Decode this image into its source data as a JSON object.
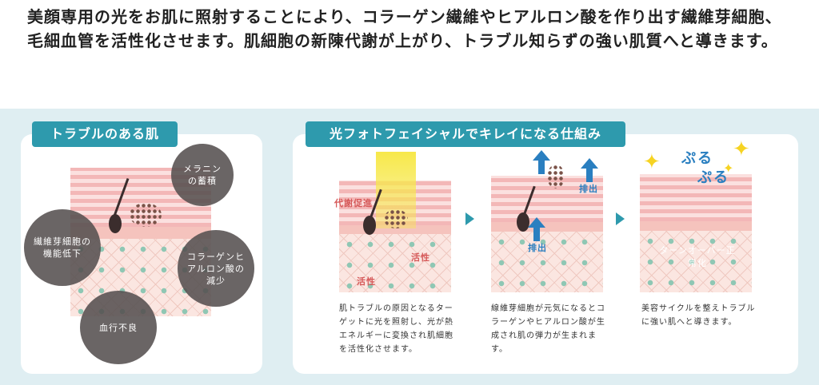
{
  "intro": {
    "text": "美顔専用の光をお肌に照射することにより、コラーゲン繊維やヒアルロン酸を作り出す繊維芽細胞、毛細血管を活性化させます。肌細胞の新陳代謝が上がり、トラブル知らずの強い肌質へと導きます。"
  },
  "left_panel": {
    "tag": "トラブルのある肌",
    "bubbles": {
      "melanin": "メラニンの蓄積",
      "fibroblast": "繊維芽細胞の機能低下",
      "collagen": "コラーゲンヒアルロン酸の減少",
      "blood": "血行不良"
    }
  },
  "right_panel": {
    "tag": "光フォトフェイシャルでキレイになる仕組み",
    "step1": {
      "label_metabolism": "代謝促進",
      "label_active1": "活性",
      "label_active2": "活性",
      "text": "肌トラブルの原因となるターゲットに光を照射し、光が熱エネルギーに変換され肌細胞を活性化させます。"
    },
    "step2": {
      "label_out1": "排出",
      "label_out2": "排出",
      "text": "線維芽細胞が元気になるとコラーゲンやヒアルロン酸が生成され肌の弾力が生まれます。"
    },
    "step3": {
      "puru1": "ぷる",
      "puru2": "ぷる",
      "turnover": "ターンオーバー正常化",
      "text": "美容サイクルを整えトラブルに強い肌へと導きます。"
    }
  },
  "colors": {
    "accent": "#2e9aad",
    "arrow_blue": "#2a7fc0",
    "background": "#dfeef2"
  }
}
